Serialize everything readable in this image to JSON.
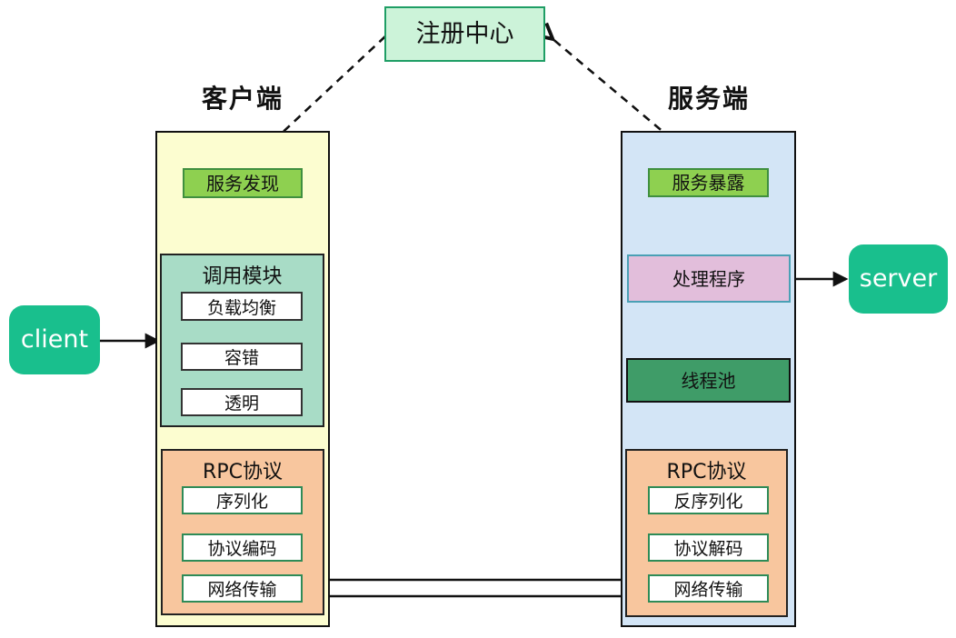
{
  "diagram": {
    "registry": {
      "label": "注册中心"
    },
    "client_side": {
      "title": "客户端",
      "service_discovery": "服务发现",
      "invoke_module": {
        "title": "调用模块",
        "items": [
          "负载均衡",
          "容错",
          "透明"
        ]
      },
      "rpc_protocol": {
        "title": "RPC协议",
        "items": [
          "序列化",
          "协议编码",
          "网络传输"
        ]
      }
    },
    "server_side": {
      "title": "服务端",
      "service_expose": "服务暴露",
      "handler": "处理程序",
      "thread_pool": "线程池",
      "rpc_protocol": {
        "title": "RPC协议",
        "items": [
          "反序列化",
          "协议解码",
          "网络传输"
        ]
      }
    },
    "client_node": "client",
    "server_node": "server",
    "colors": {
      "registry_fill": "#ccf3d9",
      "registry_border": "#1f9e65",
      "client_column_fill": "#fcfdd0",
      "server_column_fill": "#d3e5f6",
      "green_label_fill": "#8ed050",
      "green_label_border": "#3f8f3f",
      "invoke_module_fill": "#a8dcc6",
      "rpc_protocol_fill": "#f8c69e",
      "rpc_item_border": "#2e8b57",
      "handler_fill": "#e2bedb",
      "handler_border": "#4aa0b5",
      "thread_pool_fill": "#3f9c68",
      "endpoint_node_fill": "#19bf8d",
      "arrow_color": "#111111"
    }
  }
}
